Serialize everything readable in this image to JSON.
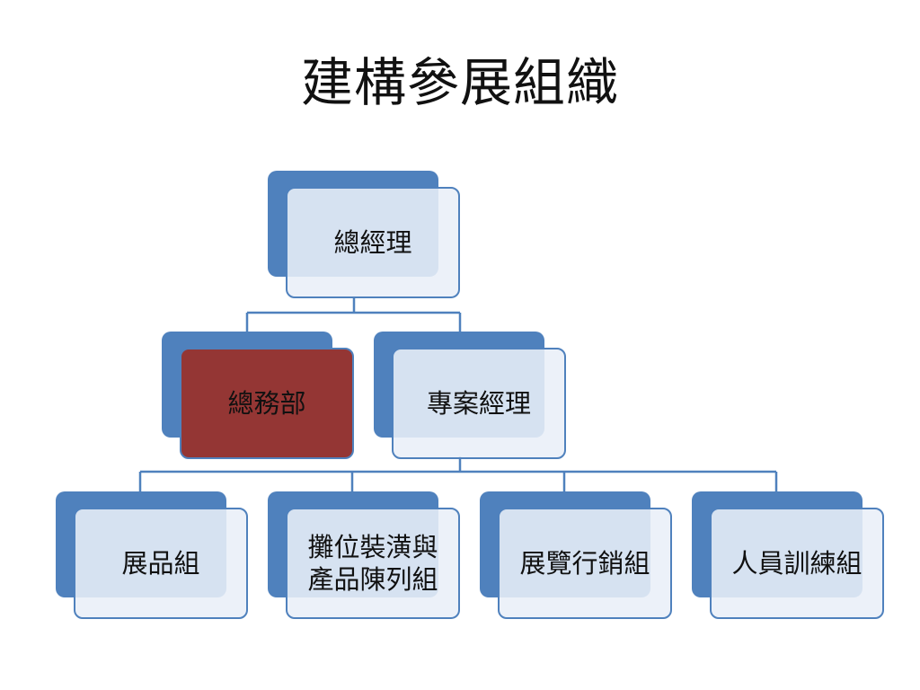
{
  "slide": {
    "title": "建構參展組織"
  },
  "org_chart": {
    "top": {
      "label": "總經理"
    },
    "level2": [
      {
        "label": "總務部",
        "highlighted": true
      },
      {
        "label": "專案經理",
        "highlighted": false
      }
    ],
    "level3": [
      {
        "lines": [
          "展品組"
        ]
      },
      {
        "lines": [
          "攤位裝潢與",
          "產品陳列組"
        ]
      },
      {
        "lines": [
          "展覽行銷組"
        ]
      },
      {
        "lines": [
          "人員訓練組"
        ]
      }
    ]
  },
  "colors": {
    "accent": "#4f81bd",
    "highlight": "#943634",
    "node_fill": "#e9eff8",
    "connector": "#4f81bd"
  }
}
